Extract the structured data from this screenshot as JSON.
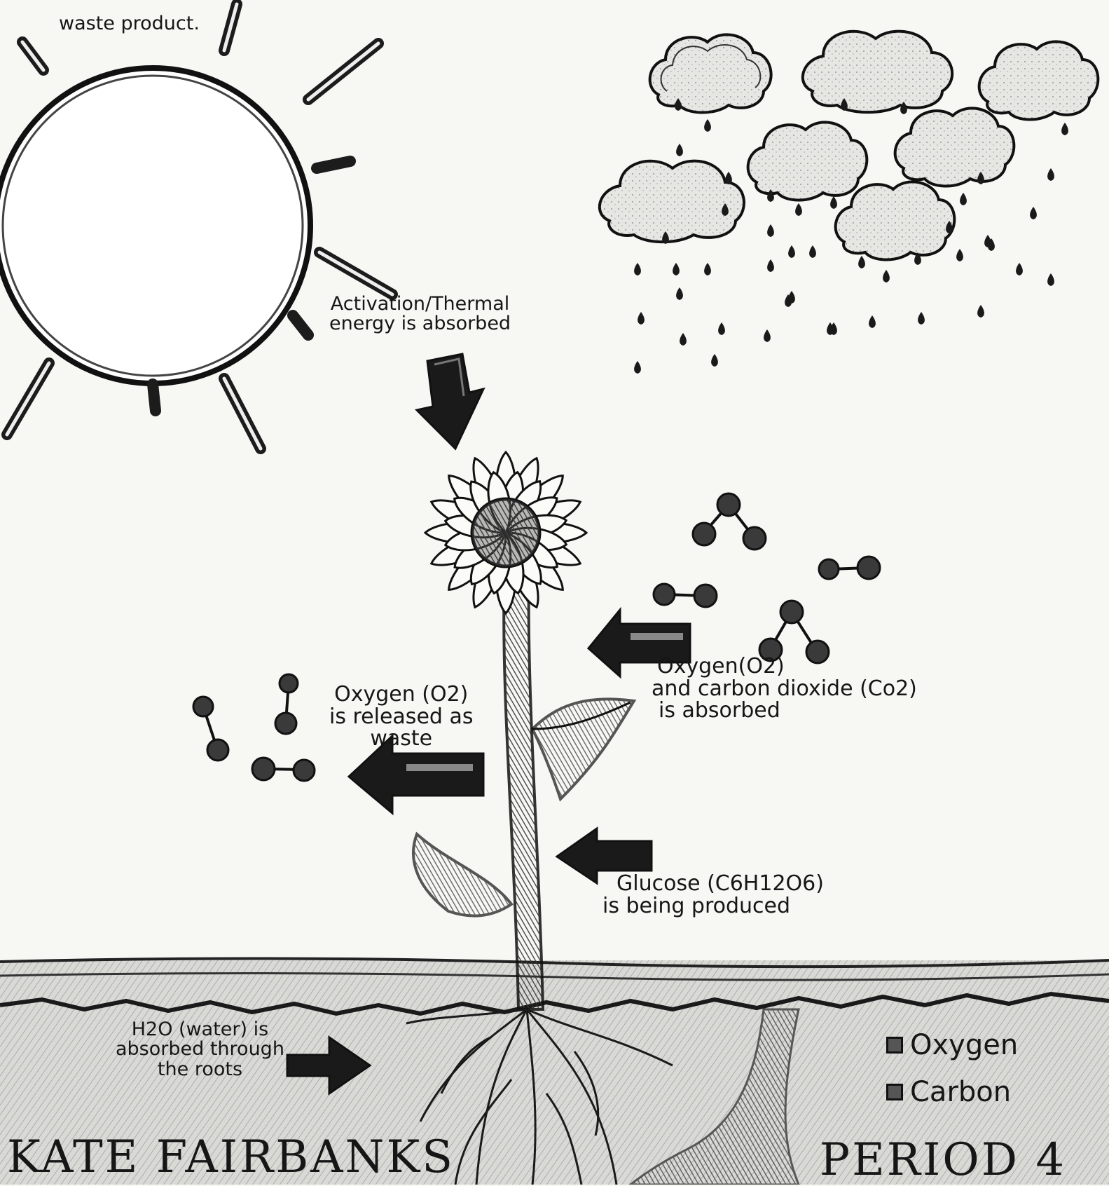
{
  "texts": {
    "top_caption": "waste product.",
    "sun_label_line1": "Activation/Thermal",
    "sun_label_line2": "energy is absorbed",
    "absorb_line1": "Oxygen(O2)",
    "absorb_line2": "and carbon dioxide (Co2)",
    "absorb_line3": "is absorbed",
    "release_line1": "Oxygen (O2)",
    "release_line2": "is released as",
    "release_line3": "waste",
    "glucose_line1": "Glucose (C6H12O6)",
    "glucose_line2": "is being produced",
    "water_line1": "H2O (water) is",
    "water_line2": "absorbed through",
    "water_line3": "the roots",
    "name": "KATE FAIRBANKS",
    "period": "PERIOD 4"
  },
  "legend": [
    {
      "label": "Oxygen"
    },
    {
      "label": "Carbon"
    }
  ]
}
